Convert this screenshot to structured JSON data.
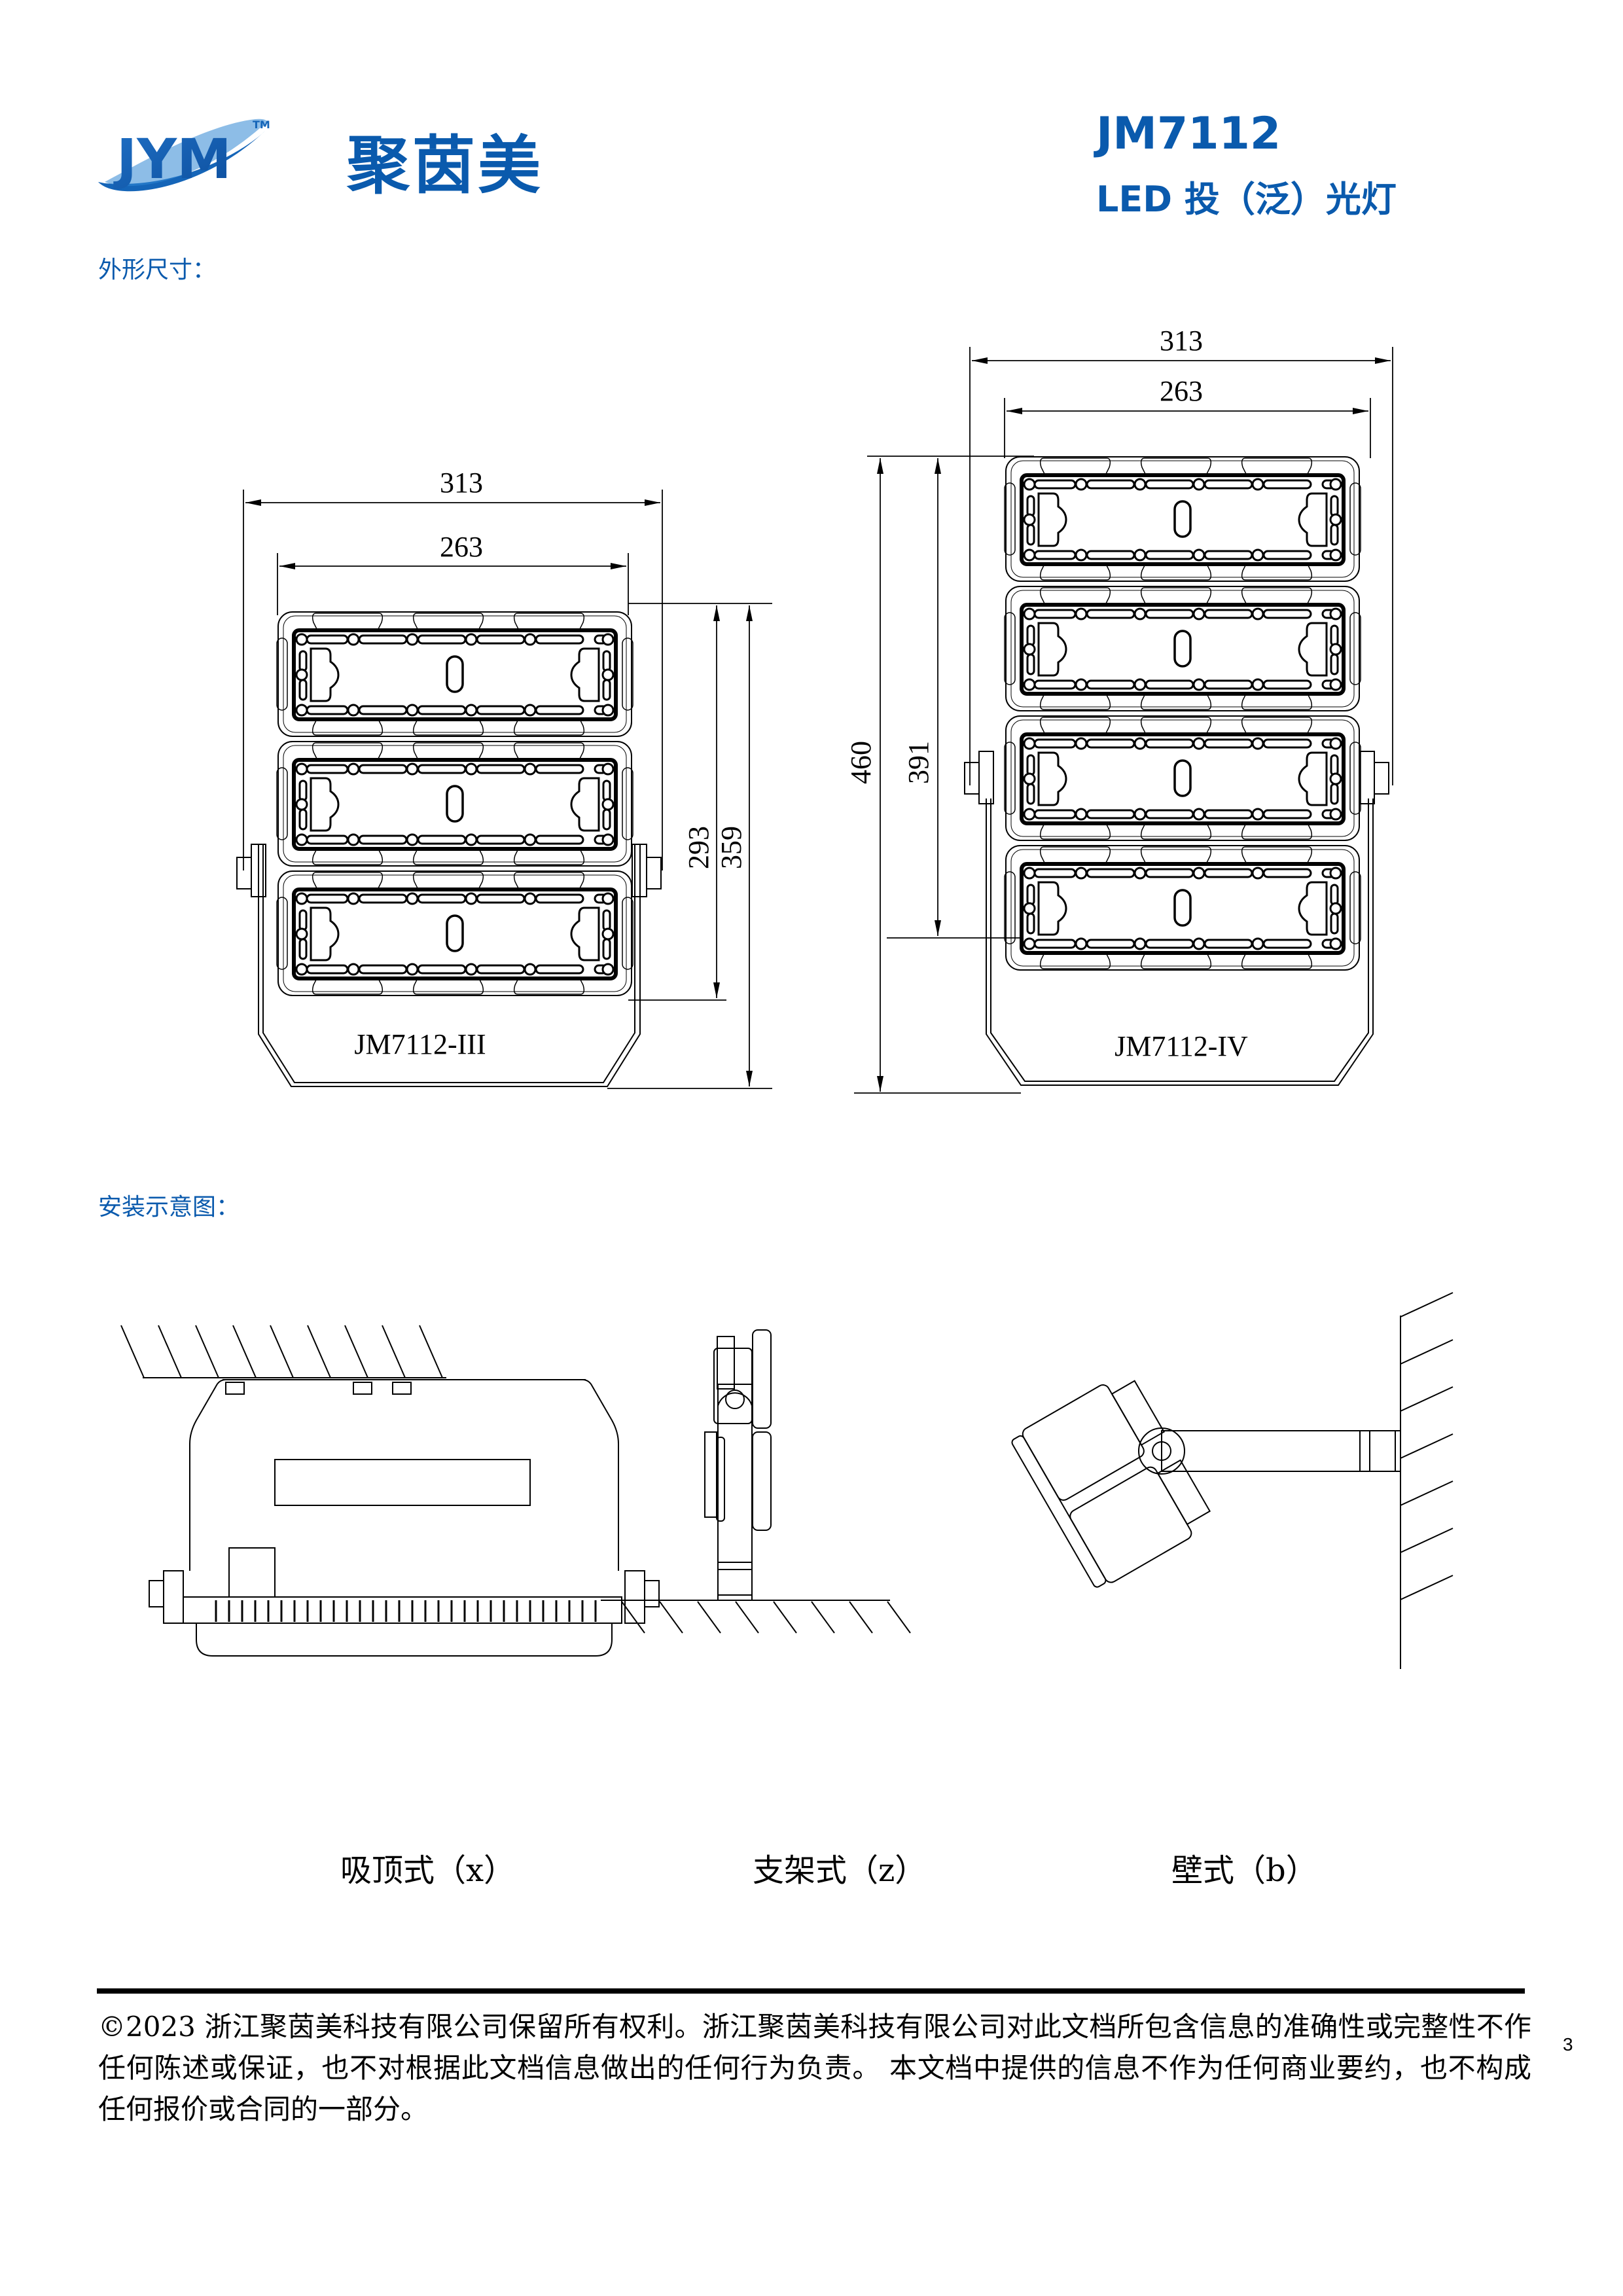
{
  "header": {
    "logo_text": "JYM",
    "trademark": "TM",
    "brand_cn": "聚茵美",
    "model": "JM7112",
    "product_title": "LED 投（泛）光灯",
    "brand_color": "#0a5aad"
  },
  "sections": {
    "dimensions_heading": "外形尺寸：",
    "installation_heading": "安装示意图："
  },
  "dimension_drawings": [
    {
      "model_label": "JM7112-III",
      "modules": 3,
      "overall_width": "313",
      "body_width": "263",
      "body_height": "293",
      "overall_height": "359"
    },
    {
      "model_label": "JM7112-IV",
      "modules": 4,
      "overall_width": "313",
      "body_width": "263",
      "body_height": "391",
      "overall_height": "460"
    }
  ],
  "installation": {
    "ceiling_caption": "吸顶式（x）",
    "bracket_caption": "支架式（z）",
    "wall_caption": "壁式（b）"
  },
  "footer": {
    "disclaimer": "©2023 浙江聚茵美科技有限公司保留所有权利。浙江聚茵美科技有限公司对此文档所包含信息的准确性或完整性不作任何陈述或保证，也不对根据此文档信息做出的任何行为负责。 本文档中提供的信息不作为任何商业要约，也不构成任何报价或合同的一部分。",
    "page_number": "3"
  }
}
